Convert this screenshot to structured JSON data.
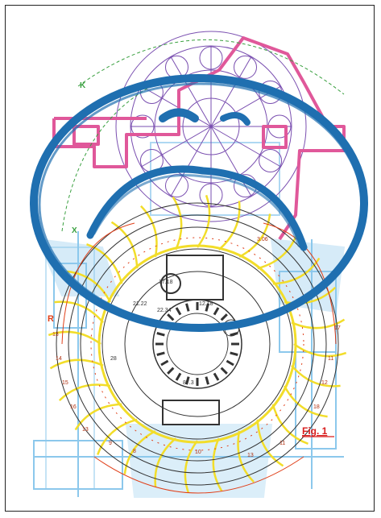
{
  "figure": {
    "caption": "Fig. 1",
    "letters": [
      "R",
      "K",
      "X"
    ],
    "colors": {
      "frame": "#222222",
      "blue_ring": "#1f6fb0",
      "light_blue": "#8cc8ec",
      "pink": "#e0589a",
      "purple": "#7a4fb0",
      "yellow": "#f2dd2a",
      "red_orange": "#e0401a",
      "dark": "#333333",
      "green": "#3aa040",
      "caption_red": "#d81c1c"
    },
    "numbers": {
      "left_side": [
        "13",
        "14",
        "15",
        "16",
        "13"
      ],
      "inner": [
        "17.18",
        "21.22",
        "22.34",
        "87.3",
        "12.18",
        "28"
      ],
      "right_side": [
        "17",
        "11",
        "12",
        "18",
        "3.06"
      ],
      "bottom": [
        "9",
        "8",
        "10",
        "13",
        "11"
      ]
    }
  }
}
